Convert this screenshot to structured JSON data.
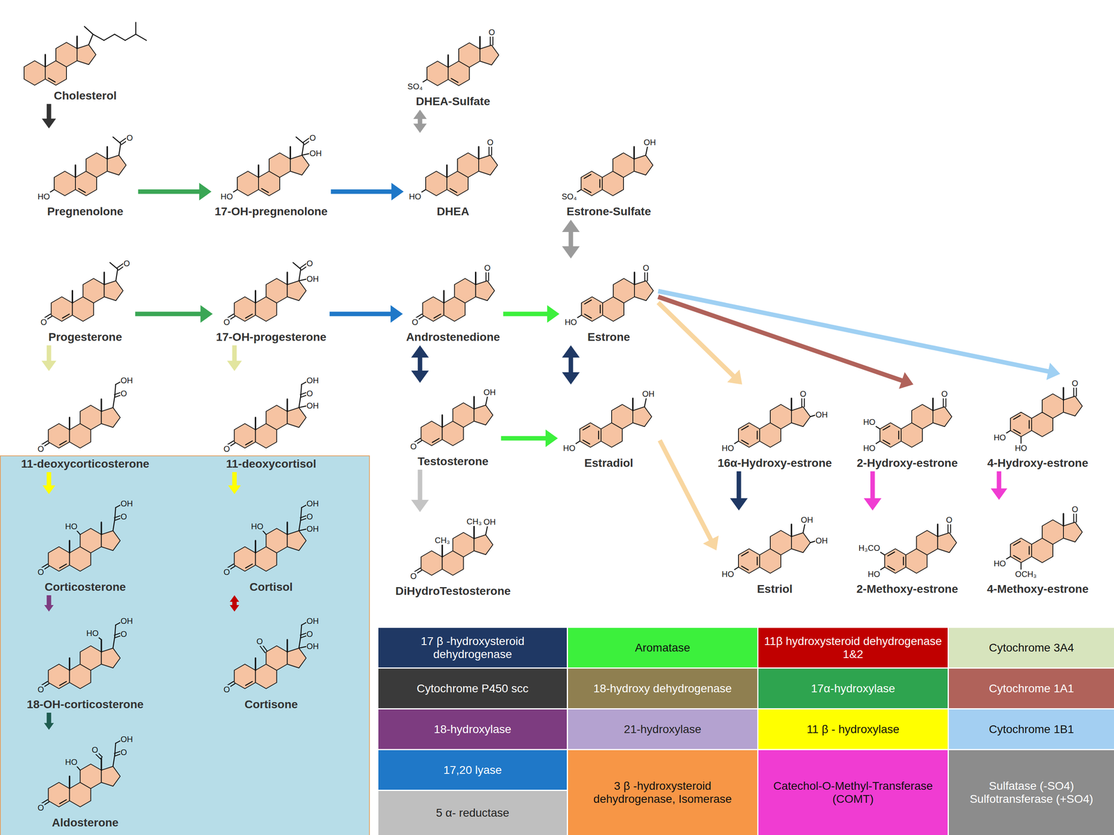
{
  "diagram": {
    "nodes": [
      {
        "text": [
          "Cholesterol"
        ]
      },
      {
        "text": [
          "DHEA-Sulfate",
          "O",
          "SO₄"
        ]
      },
      {
        "text": [
          "Pregnenolone",
          "O",
          "HO"
        ]
      },
      {
        "text": [
          "17-OH-pregnenolone",
          "O",
          "OH",
          "HO"
        ]
      },
      {
        "text": [
          "DHEA",
          "O",
          "HO"
        ]
      },
      {
        "text": [
          "Estrone-Sulfate",
          "OH",
          "SO₄"
        ]
      },
      {
        "text": [
          "Progesterone",
          "O",
          "O"
        ]
      },
      {
        "text": [
          "17-OH-progesterone",
          "O",
          "OH",
          "O"
        ]
      },
      {
        "text": [
          "Androstenedione",
          "O",
          "O"
        ]
      },
      {
        "text": [
          "Estrone",
          "O",
          "HO"
        ]
      },
      {
        "text": [
          "11-deoxycorticosterone",
          "OH",
          "O",
          "O"
        ]
      },
      {
        "text": [
          "11-deoxycortisol",
          "OH",
          "O",
          "OH",
          "O"
        ]
      },
      {
        "text": [
          "Testosterone",
          "OH",
          "O"
        ]
      },
      {
        "text": [
          "Estradiol",
          "OH",
          "HO"
        ]
      },
      {
        "text": [
          "16α-Hydroxy-estrone",
          "O",
          "OH",
          "HO"
        ]
      },
      {
        "text": [
          "2-Hydroxy-estrone",
          "O",
          "HO",
          "HO"
        ]
      },
      {
        "text": [
          "4-Hydroxy-estrone",
          "O",
          "HO",
          "HO"
        ]
      },
      {
        "text": [
          "Corticosterone",
          "OH",
          "O",
          "HO",
          "O"
        ]
      },
      {
        "text": [
          "Cortisol",
          "OH",
          "O",
          "HO",
          "OH",
          "O"
        ]
      },
      {
        "text": [
          "DiHydroTestosterone",
          "CH₃",
          "OH",
          "CH₃",
          "O"
        ]
      },
      {
        "text": [
          "Estriol",
          "OH",
          "OH",
          "HO"
        ]
      },
      {
        "text": [
          "2-Methoxy-estrone",
          "O",
          "H₃CO",
          "HO"
        ]
      },
      {
        "text": [
          "4-Methoxy-estrone",
          "O",
          "HO",
          "OCH₃"
        ]
      },
      {
        "text": [
          "18-OH-corticosterone",
          "OH",
          "O",
          "HO",
          "O"
        ]
      },
      {
        "text": [
          "Cortisone",
          "OH",
          "O",
          "O",
          "OH",
          "O"
        ]
      },
      {
        "text": [
          "Aldosterone",
          "OH",
          "O",
          "HO",
          "O",
          "O"
        ]
      }
    ],
    "edges": [
      {
        "from": 0,
        "to": 2,
        "arrow": "to"
      },
      {
        "from": 1,
        "to": 4,
        "arrow": "both"
      },
      {
        "from": 2,
        "to": 3,
        "arrow": "to"
      },
      {
        "from": 3,
        "to": 4,
        "arrow": "to"
      },
      {
        "from": 5,
        "to": 9,
        "arrow": "both"
      },
      {
        "from": 6,
        "to": 7,
        "arrow": "to"
      },
      {
        "from": 7,
        "to": 8,
        "arrow": "to"
      },
      {
        "from": 8,
        "to": 9,
        "arrow": "to"
      },
      {
        "from": 6,
        "to": 10,
        "arrow": "to"
      },
      {
        "from": 7,
        "to": 11,
        "arrow": "to"
      },
      {
        "from": 8,
        "to": 12,
        "arrow": "both"
      },
      {
        "from": 9,
        "to": 13,
        "arrow": "both"
      },
      {
        "from": 12,
        "to": 13,
        "arrow": "to"
      },
      {
        "from": 9,
        "to": 14,
        "arrow": "to"
      },
      {
        "from": 9,
        "to": 15,
        "arrow": "to"
      },
      {
        "from": 9,
        "to": 16,
        "arrow": "to"
      },
      {
        "from": 10,
        "to": 17,
        "arrow": "to"
      },
      {
        "from": 11,
        "to": 18,
        "arrow": "to"
      },
      {
        "from": 12,
        "to": 19,
        "arrow": "to"
      },
      {
        "from": 13,
        "to": 20,
        "arrow": "to"
      },
      {
        "from": 14,
        "to": 20,
        "arrow": "to"
      },
      {
        "from": 15,
        "to": 21,
        "arrow": "to"
      },
      {
        "from": 16,
        "to": 22,
        "arrow": "to"
      },
      {
        "from": 17,
        "to": 23,
        "arrow": "to"
      },
      {
        "from": 18,
        "to": 24,
        "arrow": "both"
      },
      {
        "from": 23,
        "to": 25,
        "arrow": "to"
      }
    ],
    "legend": [
      {
        "text": "17 β -hydroxysteroid dehydrogenase",
        "color": "#1f3864"
      },
      {
        "text": "Aromatase",
        "color": "#3cf03c"
      },
      {
        "text": "11β hydroxysteroid dehydrogenase 1&2",
        "color": "#c00000"
      },
      {
        "text": "Cytochrome 3A4",
        "color": "#d7e4bd"
      },
      {
        "text": "Cytochrome P450 scc",
        "color": "#3a3a3a"
      },
      {
        "text": "18-hydroxy dehydrogenase",
        "color": "#8f7f50"
      },
      {
        "text": "17α-hydroxylase",
        "color": "#2ea44f"
      },
      {
        "text": "Cytochrome 1A1",
        "color": "#b0625a"
      },
      {
        "text": "18-hydroxylase",
        "color": "#7d3c80"
      },
      {
        "text": "21-hydroxylase",
        "color": "#b4a2d0"
      },
      {
        "text": "11 β - hydroxylase",
        "color": "#ffff00"
      },
      {
        "text": "Cytochrome 1B1",
        "color": "#a3cff2"
      },
      {
        "text": "17,20 lyase",
        "color": "#1f78c8"
      },
      {
        "text": "3 β -hydroxysteroid dehydrogenase, Isomerase",
        "color": "#f79646"
      },
      {
        "text": "Catechol-O-Methyl-Transferase (COMT)",
        "color": "#f03cd2"
      },
      {
        "text": "Sulfatase (-SO4) Sulfotransferase (+SO4)",
        "color": "#8c8c8c"
      },
      {
        "text": "5 α- reductase",
        "color": "#bfbfbf"
      }
    ]
  }
}
